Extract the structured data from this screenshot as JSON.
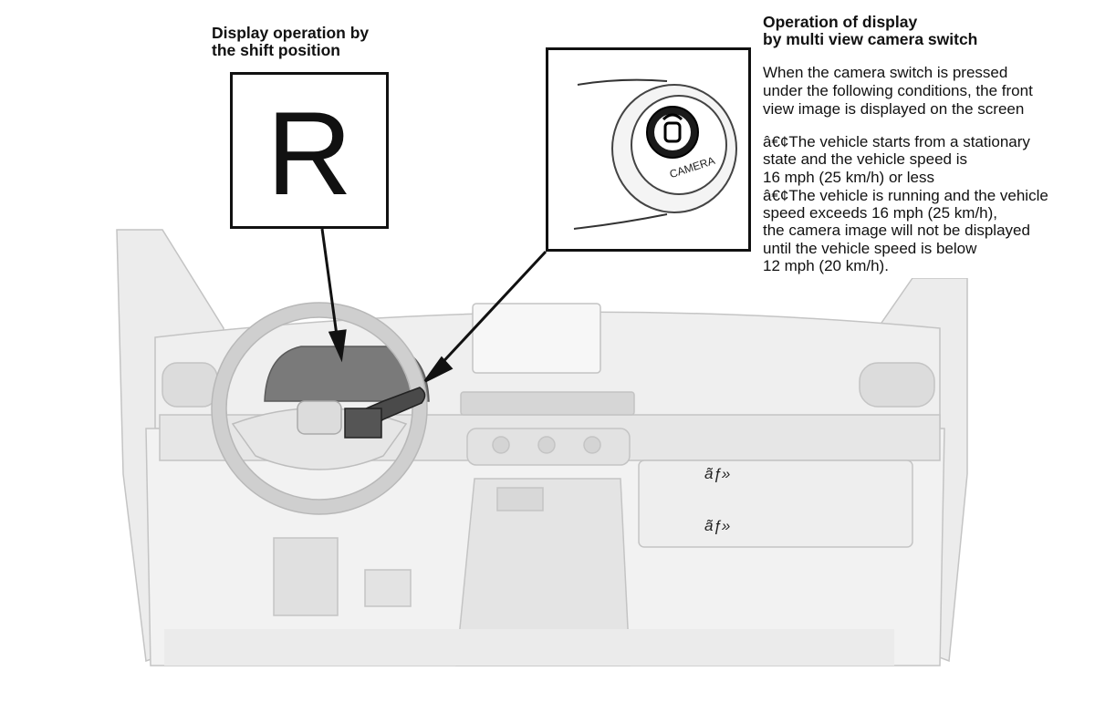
{
  "left_callout": {
    "heading_line1": "Display operation by",
    "heading_line2": "the shift position",
    "shift_letter": "R"
  },
  "right_callout": {
    "heading_line1": "Operation of display",
    "heading_line2": "by multi view camera switch",
    "intro": [
      "When the camera switch is pressed",
      "under the following conditions, the front",
      "view image is displayed on the screen"
    ],
    "condition1": [
      "â€¢The vehicle starts from a stationary",
      "state and the vehicle speed is",
      "16 mph (25 km/h) or less"
    ],
    "condition2": [
      "â€¢The vehicle is running and the vehicle",
      "speed exceeds 16 mph (25 km/h),",
      "the camera image will not be displayed",
      "until the vehicle speed is below",
      "12 mph (20 km/h)."
    ],
    "switch_label": "CAMERA"
  },
  "stray_glyphs": [
    "ãƒ»",
    "ãƒ»"
  ]
}
